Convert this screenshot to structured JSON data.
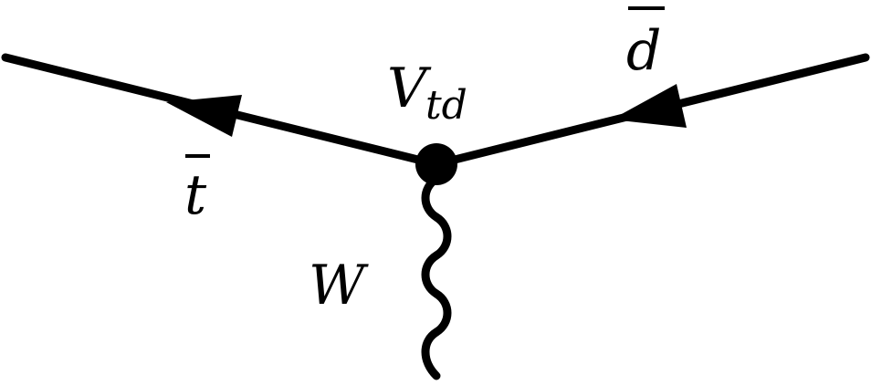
{
  "diagram": {
    "labels": {
      "antitop": "t",
      "antidown": "d",
      "vertex_main": "V",
      "vertex_sub": "td",
      "boson": "W"
    },
    "line_color": "#000000",
    "background": "#ffffff"
  }
}
